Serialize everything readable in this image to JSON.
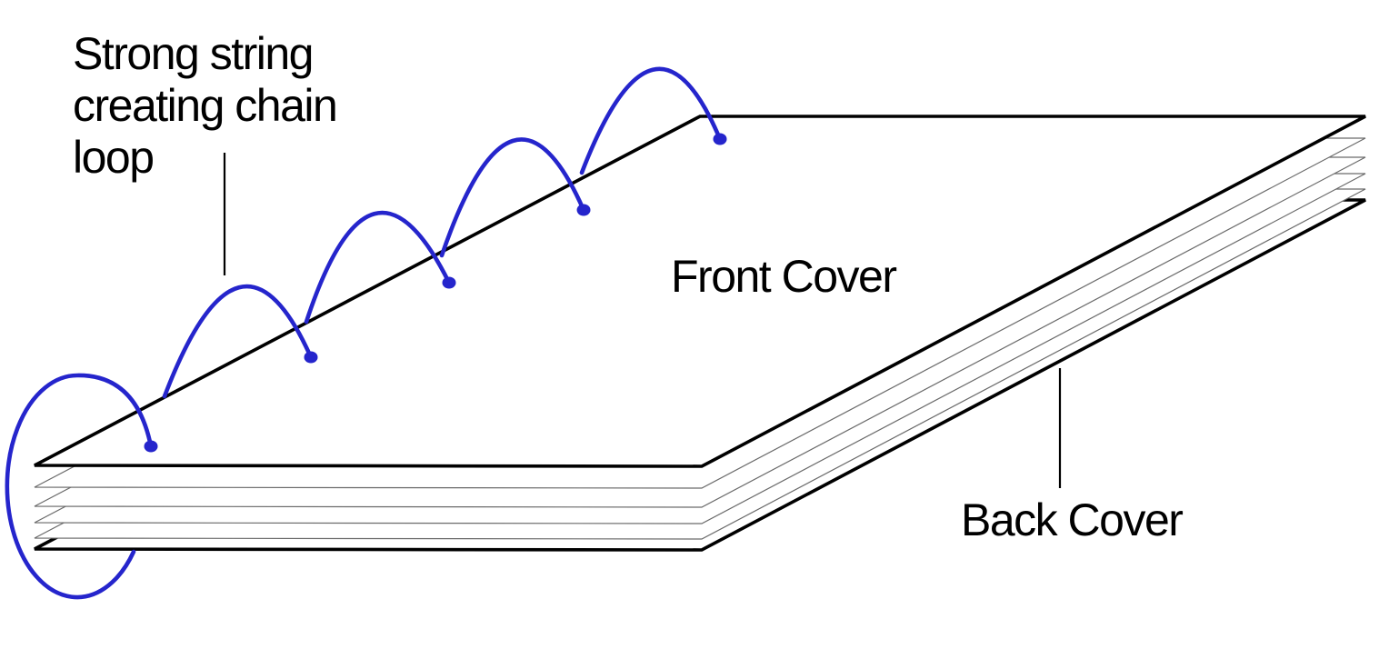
{
  "labels": {
    "string_note": {
      "text": "Strong string creating chain loop",
      "lines": [
        "Strong string",
        "creating chain",
        "loop"
      ]
    },
    "front_cover": "Front Cover",
    "back_cover": "Back Cover"
  },
  "colors": {
    "string_blue": "#2525cc",
    "outline_black": "#000000",
    "page_line_gray": "#6a6a6a",
    "background": "#ffffff"
  }
}
